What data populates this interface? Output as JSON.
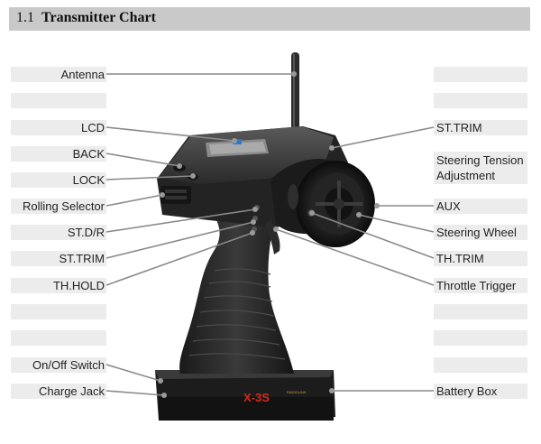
{
  "header": {
    "number": "1.1",
    "title": "Transmitter Chart"
  },
  "left_labels": [
    {
      "id": "antenna",
      "text": "Antenna"
    },
    {
      "id": "blank-1",
      "text": ""
    },
    {
      "id": "lcd",
      "text": "LCD"
    },
    {
      "id": "back",
      "text": "BACK"
    },
    {
      "id": "lock",
      "text": "LOCK"
    },
    {
      "id": "rolling-selector",
      "text": "Rolling Selector"
    },
    {
      "id": "st-dr",
      "text": "ST.D/R"
    },
    {
      "id": "st-trim",
      "text": "ST.TRIM"
    },
    {
      "id": "th-hold",
      "text": "TH.HOLD"
    },
    {
      "id": "blank-2",
      "text": ""
    },
    {
      "id": "blank-3",
      "text": ""
    },
    {
      "id": "on-off-switch",
      "text": "On/Off Switch"
    },
    {
      "id": "charge-jack",
      "text": "Charge Jack"
    }
  ],
  "right_labels": [
    {
      "id": "blank-r1",
      "text": ""
    },
    {
      "id": "blank-r2",
      "text": ""
    },
    {
      "id": "st-trim-right",
      "text": "ST.TRIM"
    },
    {
      "id": "steering-tension",
      "text": "Steering Tension Adjustment"
    },
    {
      "id": "aux",
      "text": "AUX"
    },
    {
      "id": "steering-wheel",
      "text": "Steering Wheel"
    },
    {
      "id": "th-trim",
      "text": "TH.TRIM"
    },
    {
      "id": "throttle-trigger",
      "text": "Throttle Trigger"
    },
    {
      "id": "blank-r3",
      "text": ""
    },
    {
      "id": "blank-r4",
      "text": ""
    },
    {
      "id": "blank-r5",
      "text": ""
    },
    {
      "id": "battery-box",
      "text": "Battery Box"
    }
  ],
  "device": {
    "model_text": "X-3S",
    "brand_text": "RADIOLINK"
  },
  "colors": {
    "label_bg": "#ececec",
    "header_bg": "#c9c9c9",
    "leader": "#8a8a8a",
    "model": "#d42a1a"
  }
}
